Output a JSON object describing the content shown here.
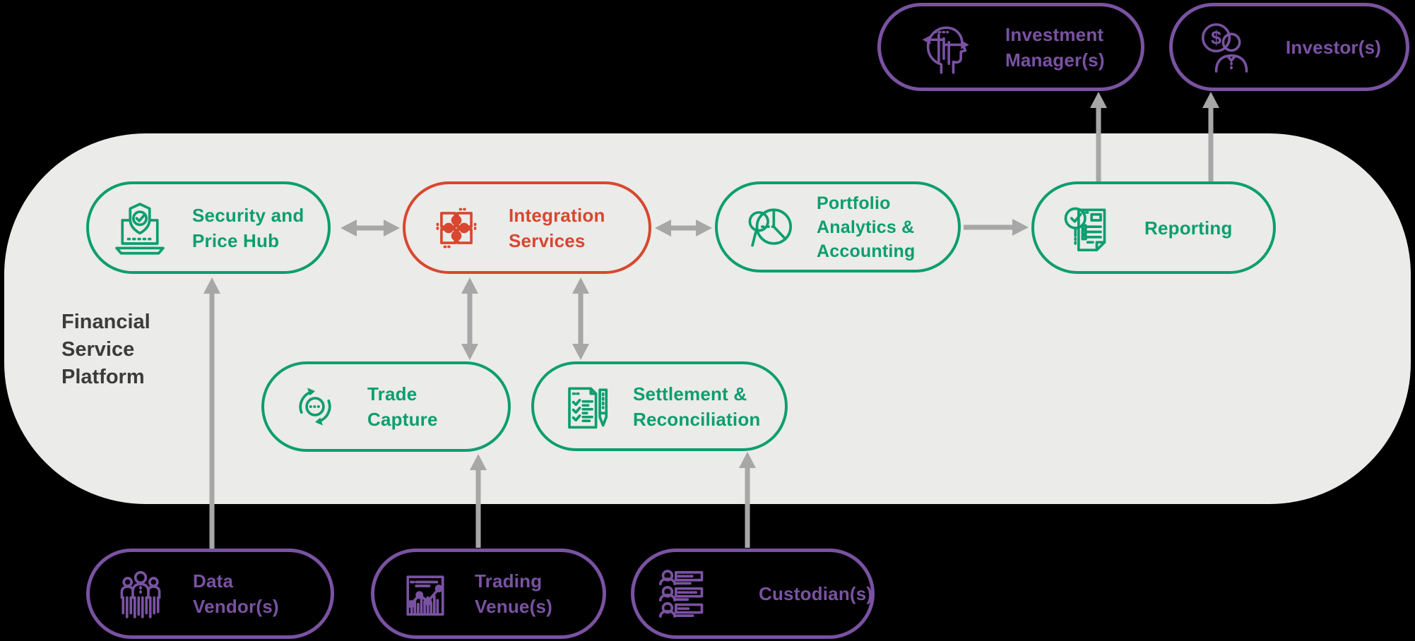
{
  "title": "Financial Service Platform",
  "theme": {
    "background": "#000000",
    "platform_bg": "#EBEBE9",
    "green": "#0B9E6F",
    "red": "#D8472F",
    "purple": "#7A52A2",
    "arrow_gray": "#A7A7A7",
    "label_dark": "#3B3B3B"
  },
  "platform": {
    "label_lines": [
      "Financial",
      "Service",
      "Platform"
    ]
  },
  "nodes": {
    "security_price_hub": {
      "lines": [
        "Security and",
        "Price Hub"
      ],
      "icon": "laptop-shield-check-icon",
      "color": "green"
    },
    "integration_services": {
      "lines": [
        "Integration",
        "Services"
      ],
      "icon": "puzzle-pieces-icon",
      "color": "red"
    },
    "portfolio_analytics_accounting": {
      "lines": [
        "Portfolio",
        "Analytics &",
        "Accounting"
      ],
      "icon": "magnifier-pie-chart-icon",
      "color": "green"
    },
    "reporting": {
      "lines": [
        "Reporting"
      ],
      "icon": "document-check-magnifier-icon",
      "color": "green"
    },
    "trade_capture": {
      "lines": [
        "Trade",
        "Capture"
      ],
      "icon": "cycle-arrows-icon",
      "color": "green"
    },
    "settlement_reconciliation": {
      "lines": [
        "Settlement &",
        "Reconciliation"
      ],
      "icon": "checklist-pen-icon",
      "color": "green"
    },
    "data_vendors": {
      "lines": [
        "Data",
        "Vendor(s)"
      ],
      "icon": "people-group-icon",
      "color": "purple"
    },
    "trading_venues": {
      "lines": [
        "Trading",
        "Venue(s)"
      ],
      "icon": "stock-chart-icon",
      "color": "purple"
    },
    "custodians": {
      "lines": [
        "Custodian(s)"
      ],
      "icon": "contact-list-icon",
      "color": "purple"
    },
    "investment_managers": {
      "lines": [
        "Investment",
        "Manager(s)"
      ],
      "icon": "head-arrows-icon",
      "color": "purple"
    },
    "investors": {
      "lines": [
        "Investor(s)"
      ],
      "icon": "person-dollar-icon",
      "color": "purple"
    }
  },
  "connections": [
    {
      "from": "security_price_hub",
      "to": "integration_services",
      "direction": "both"
    },
    {
      "from": "integration_services",
      "to": "portfolio_analytics_accounting",
      "direction": "both"
    },
    {
      "from": "portfolio_analytics_accounting",
      "to": "reporting",
      "direction": "forward"
    },
    {
      "from": "integration_services",
      "to": "trade_capture",
      "direction": "both"
    },
    {
      "from": "integration_services",
      "to": "settlement_reconciliation",
      "direction": "both"
    },
    {
      "from": "data_vendors",
      "to": "security_price_hub",
      "direction": "forward"
    },
    {
      "from": "trading_venues",
      "to": "trade_capture",
      "direction": "forward"
    },
    {
      "from": "custodians",
      "to": "settlement_reconciliation",
      "direction": "forward"
    },
    {
      "from": "reporting",
      "to": "investment_managers",
      "direction": "forward"
    },
    {
      "from": "reporting",
      "to": "investors",
      "direction": "forward"
    }
  ]
}
